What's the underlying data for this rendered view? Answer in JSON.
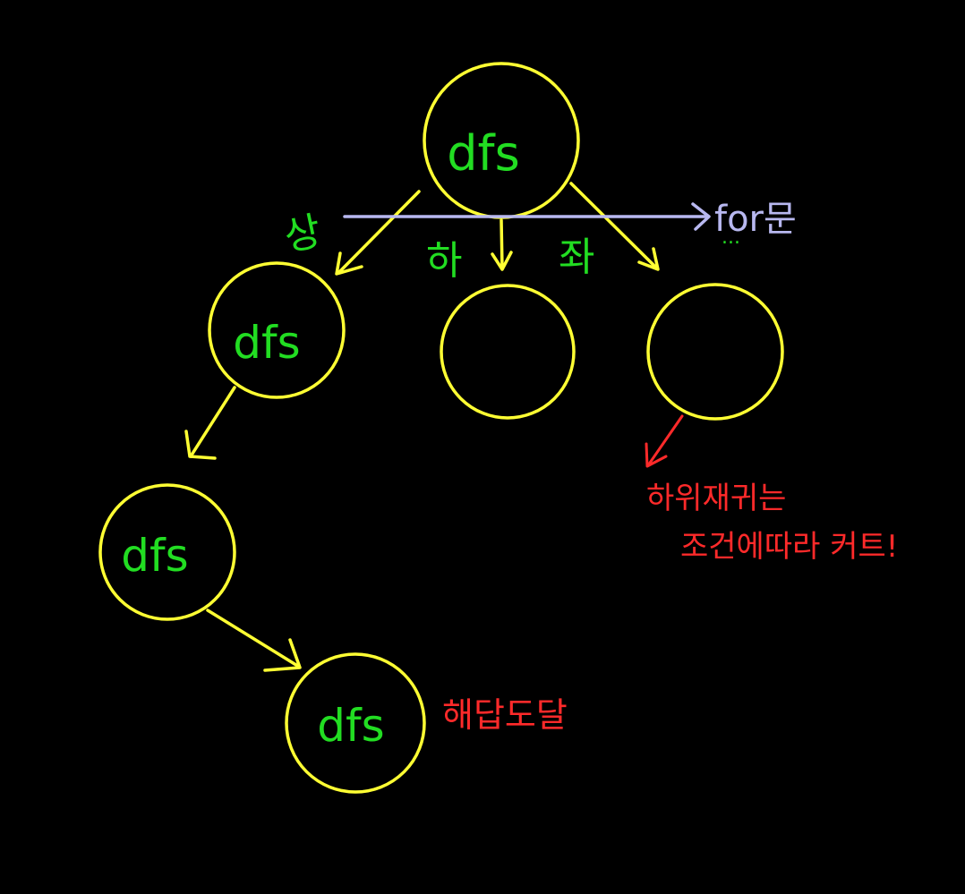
{
  "colors": {
    "background": "#000000",
    "node_stroke": "#ffff33",
    "arrow": "#ffff33",
    "node_label": "#22dd22",
    "direction_label": "#22dd22",
    "for_loop": "#b8b8f0",
    "note": "#ff2a2a"
  },
  "nodes": {
    "root": "dfs",
    "child_up": "dfs",
    "child_down": "",
    "child_left": "",
    "grandchild": "dfs",
    "leaf": "dfs"
  },
  "directions": {
    "up": "상",
    "down": "하",
    "left": "좌"
  },
  "for_loop": {
    "label": "for문",
    "ellipsis": "..."
  },
  "notes": {
    "prune_line1": "하위재귀는",
    "prune_line2": "조건에따라 커트!",
    "answer_reached": "해답도달"
  }
}
